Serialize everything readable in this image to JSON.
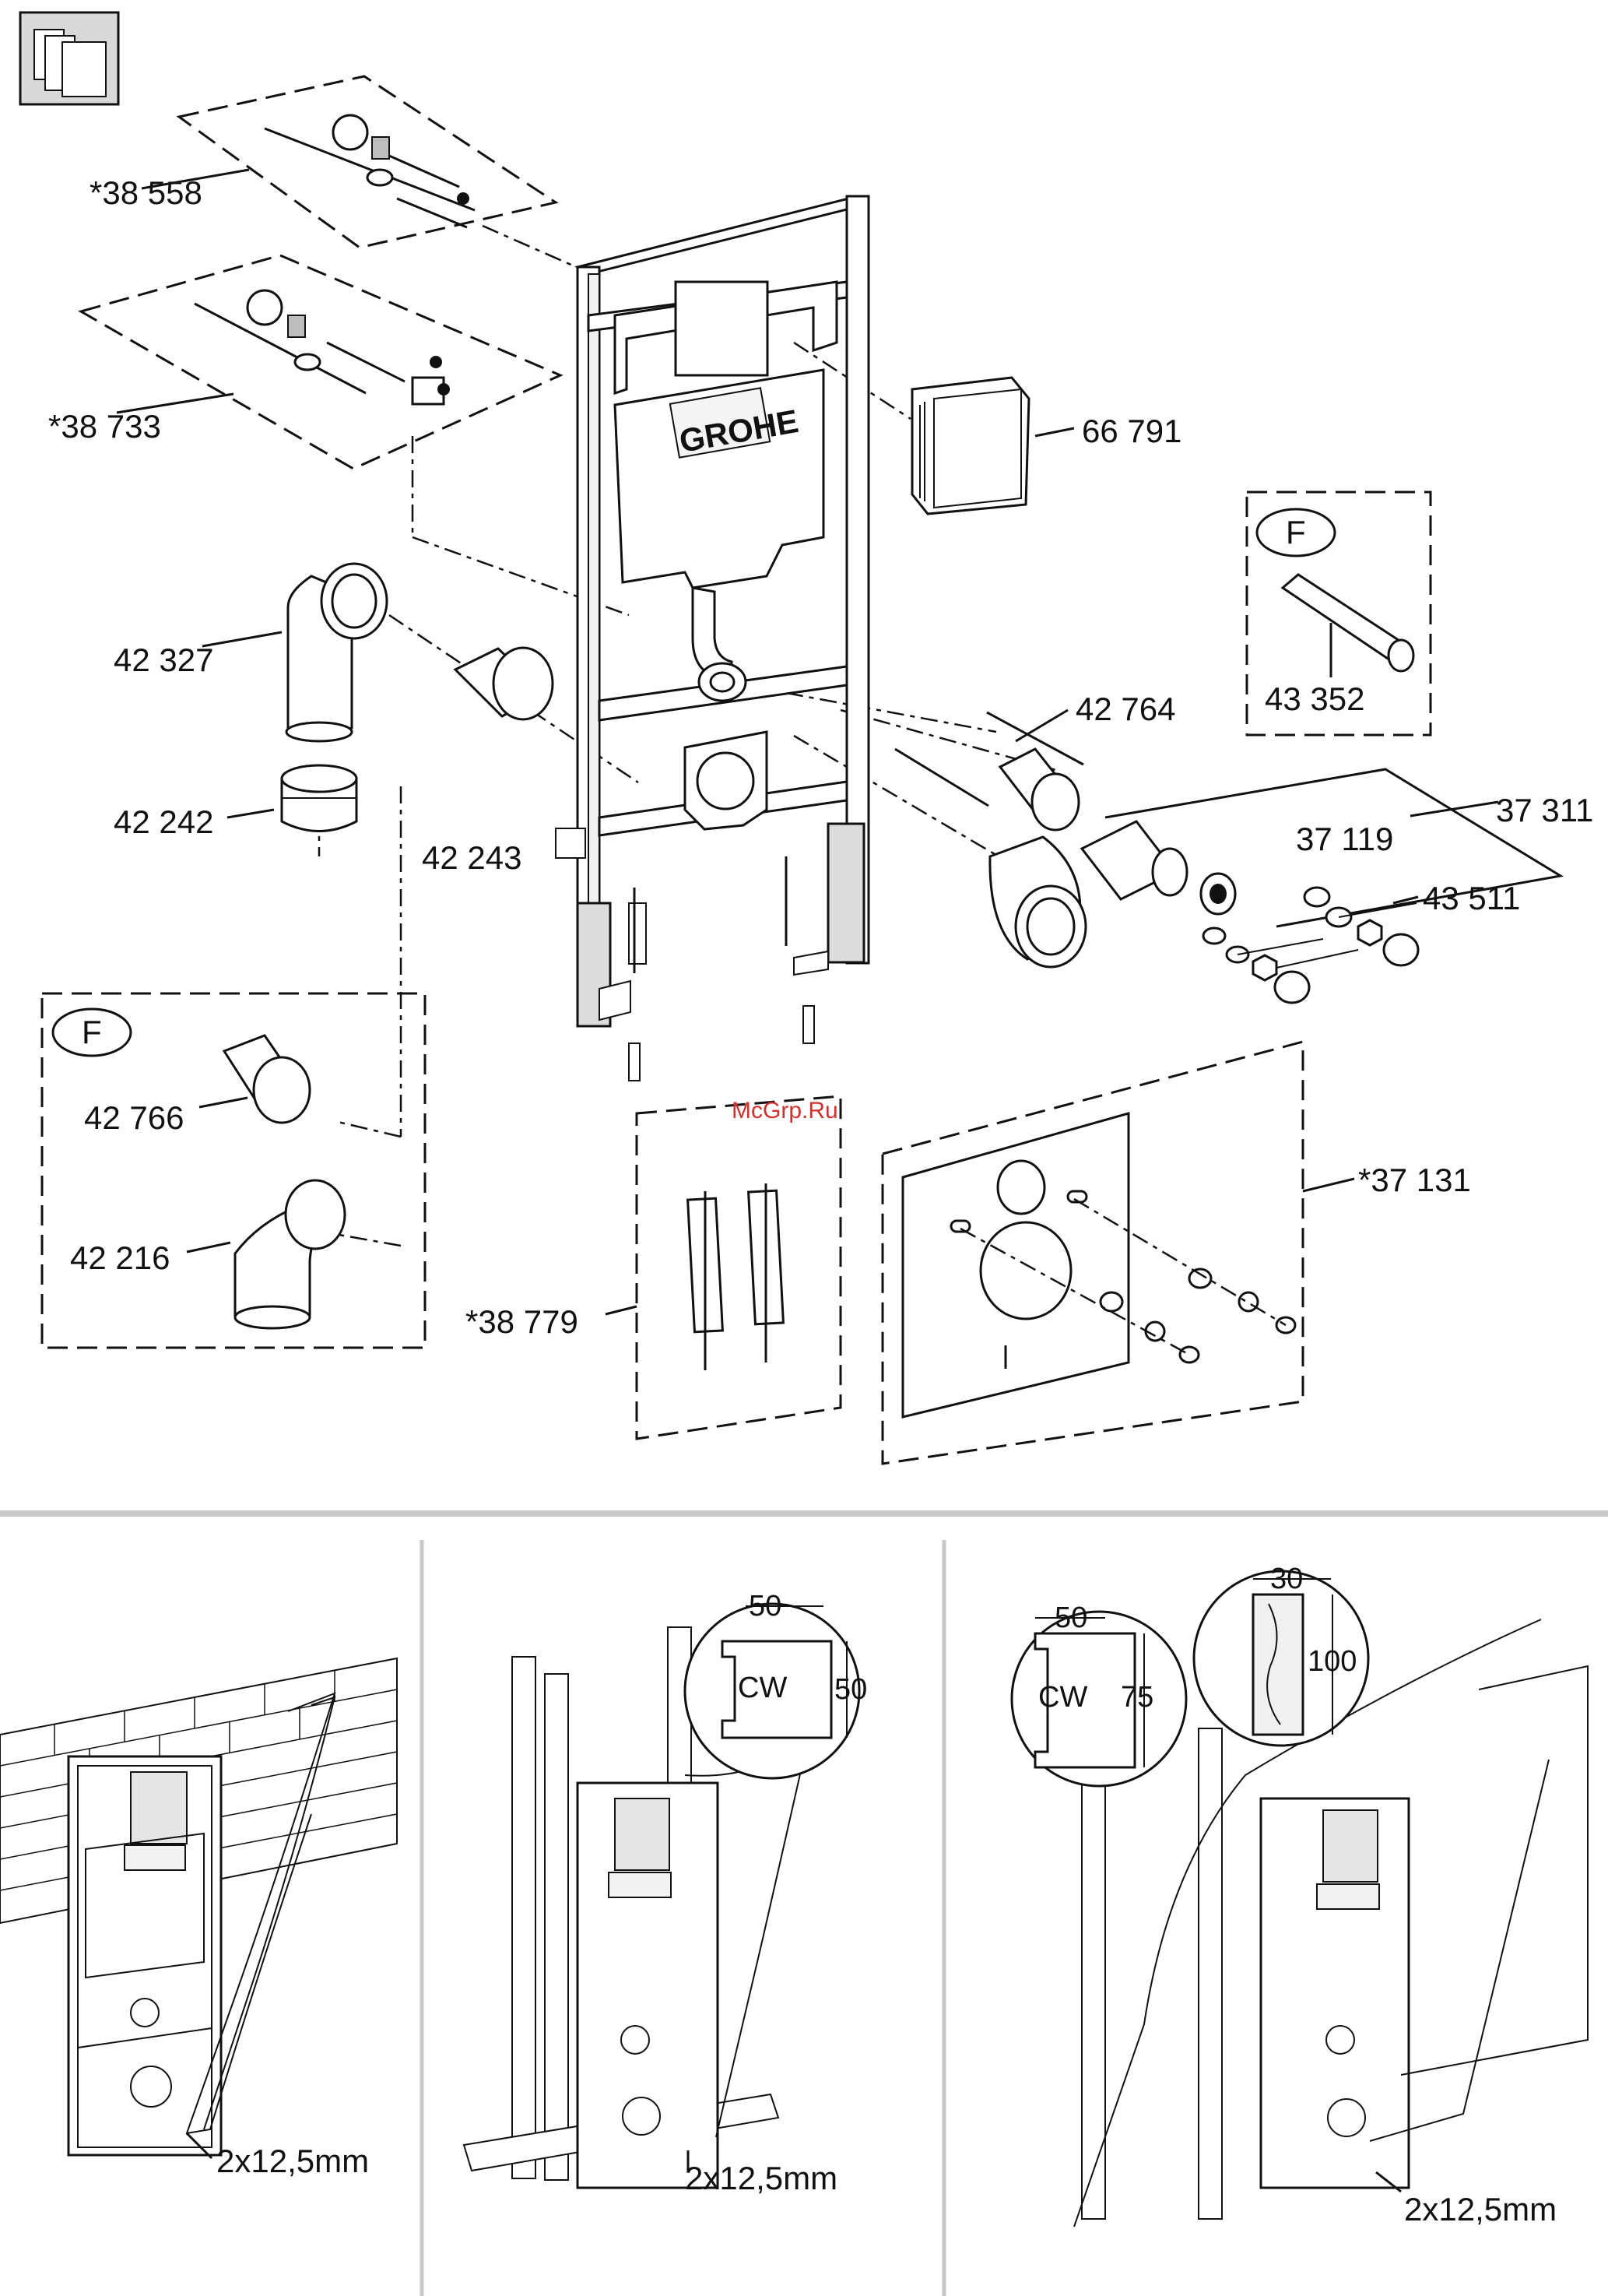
{
  "labels": {
    "p38558": "*38 558",
    "p38733": "*38 733",
    "p66791": "66 791",
    "p42327": "42 327",
    "p42242": "42 242",
    "p42243": "42 243",
    "p42764": "42 764",
    "p43352": "43 352",
    "p37119": "37 119",
    "p37311": "37 311",
    "p43511": "43 511",
    "p42766": "42 766",
    "p42216": "42 216",
    "p38779": "*38 779",
    "p37131": "*37 131",
    "option_f_1": "F",
    "option_f_2": "F"
  },
  "brand": "GROHE",
  "watermark": "McGrp.Ru",
  "install": {
    "panel1_board": "2x12,5mm",
    "panel2_board": "2x12,5mm",
    "panel3_board": "2x12,5mm",
    "profile1": {
      "width": "50",
      "height": "50",
      "type": "CW"
    },
    "profile2": {
      "width": "50",
      "height": "75",
      "type": "CW"
    },
    "timber": {
      "width": "30",
      "height": "100"
    }
  },
  "colors": {
    "line": "#111111",
    "watermark": "#d0312d",
    "divider": "#c8c8c8"
  }
}
